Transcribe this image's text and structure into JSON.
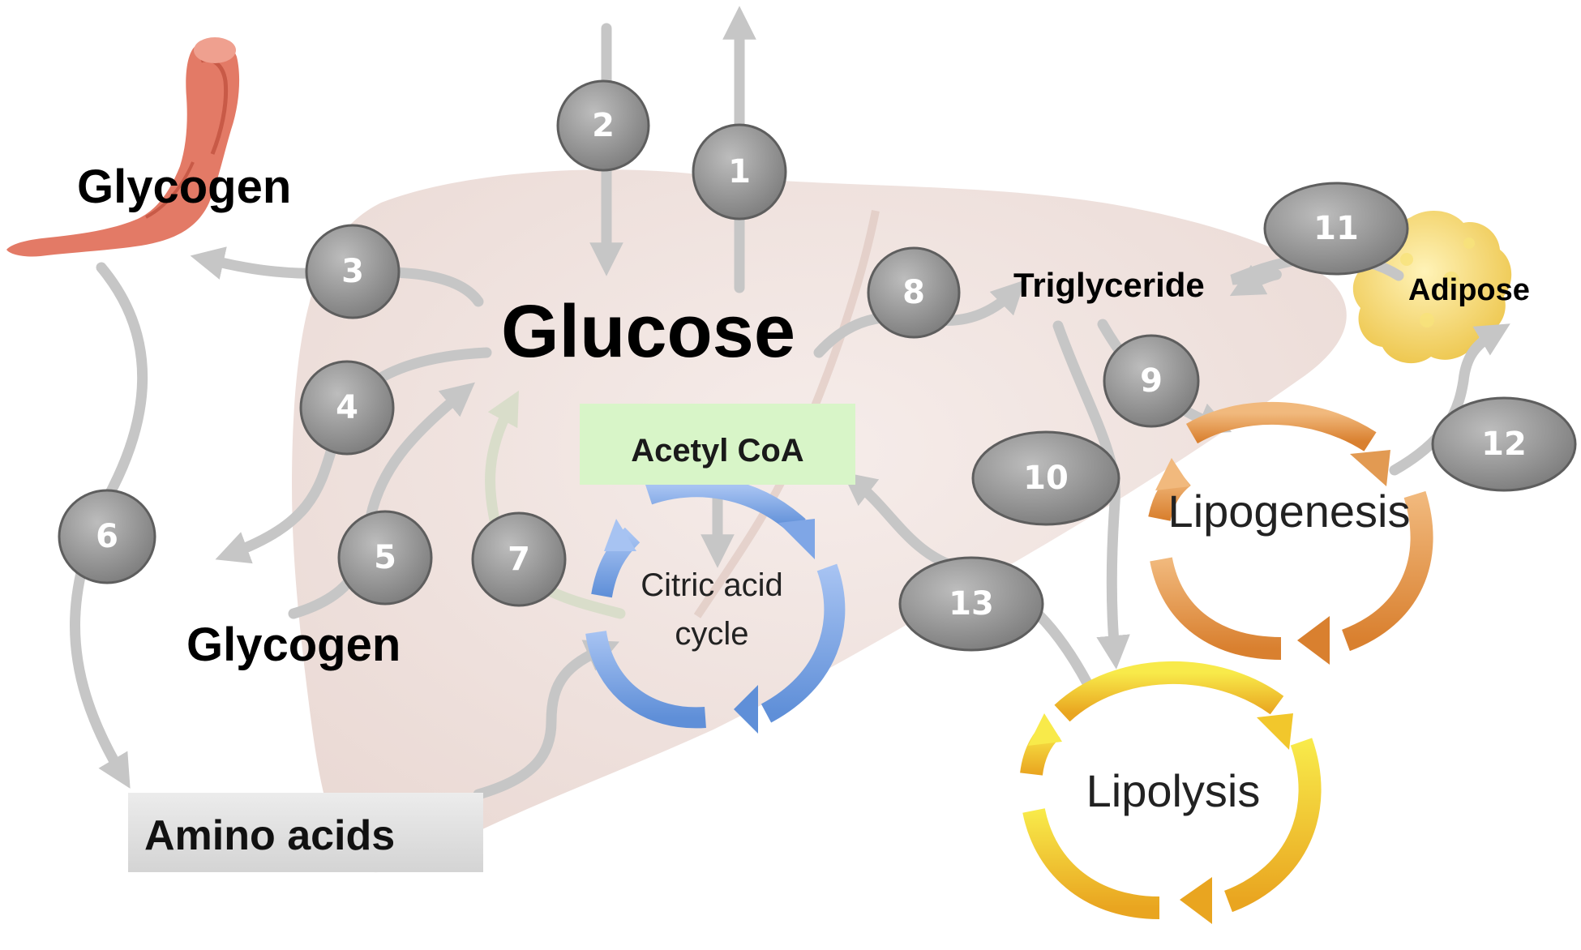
{
  "labels": {
    "glucose": "Glucose",
    "glycogen_muscle": "Glycogen",
    "glycogen_liver": "Glycogen",
    "amino_acids": "Amino acids",
    "acetyl_coa": "Acetyl CoA",
    "citric_acid_line1": "Citric acid",
    "citric_acid_line2": "cycle",
    "triglyceride": "Triglyceride",
    "adipose": "Adipose",
    "lipogenesis": "Lipogenesis",
    "lipolysis": "Lipolysis"
  },
  "steps": [
    "1",
    "2",
    "3",
    "4",
    "5",
    "6",
    "7",
    "8",
    "9",
    "10",
    "11",
    "12",
    "13"
  ],
  "icons": {
    "muscle": "arm-muscle-icon",
    "adipose": "fat-tissue-icon",
    "liver": "liver-silhouette"
  },
  "colors": {
    "arrow": "#c6c6c6",
    "badge": "#8c8c8c",
    "acetyl_box": "#d8f5c8",
    "amino_box": "#dedede",
    "citric_cycle": "#7fa6e6",
    "lipogenesis_cycle": "#e29a52",
    "lipolysis_cycle": "#f2c72c"
  }
}
